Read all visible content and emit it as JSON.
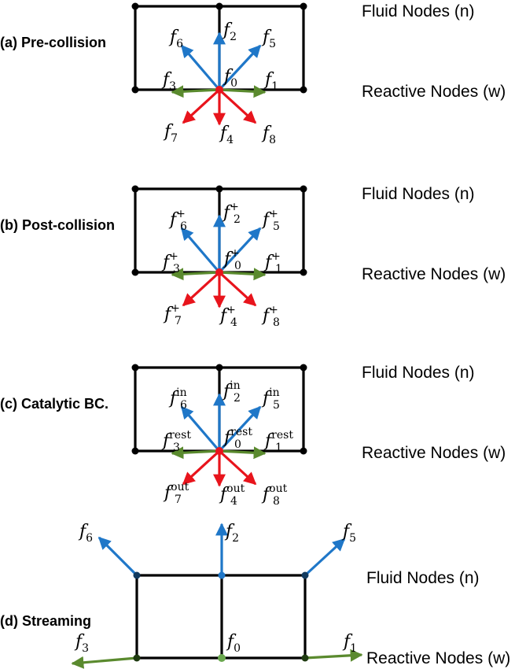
{
  "colors": {
    "blue": "#1f77c8",
    "red": "#e8141c",
    "green": "#5a8a2e",
    "grid": "#000000"
  },
  "panels": [
    {
      "id": "a",
      "label": "(a) Pre-collision",
      "fluid_label": "Fluid Nodes (n)",
      "reactive_label": "Reactive Nodes (w)",
      "f_labels": {
        "f0": {
          "base": "f",
          "sub": "0",
          "sup": ""
        },
        "f1": {
          "base": "f",
          "sub": "1",
          "sup": ""
        },
        "f2": {
          "base": "f",
          "sub": "2",
          "sup": ""
        },
        "f3": {
          "base": "f",
          "sub": "3",
          "sup": ""
        },
        "f4": {
          "base": "f",
          "sub": "4",
          "sup": ""
        },
        "f5": {
          "base": "f",
          "sub": "5",
          "sup": ""
        },
        "f6": {
          "base": "f",
          "sub": "6",
          "sup": ""
        },
        "f7": {
          "base": "f",
          "sub": "7",
          "sup": ""
        },
        "f8": {
          "base": "f",
          "sub": "8",
          "sup": ""
        }
      }
    },
    {
      "id": "b",
      "label": "(b) Post-collision",
      "fluid_label": "Fluid Nodes (n)",
      "reactive_label": "Reactive Nodes (w)",
      "f_labels": {
        "f0": {
          "base": "f",
          "sub": "0",
          "sup": "+"
        },
        "f1": {
          "base": "f",
          "sub": "1",
          "sup": "+"
        },
        "f2": {
          "base": "f",
          "sub": "2",
          "sup": "+"
        },
        "f3": {
          "base": "f",
          "sub": "3",
          "sup": "+"
        },
        "f4": {
          "base": "f",
          "sub": "4",
          "sup": "+"
        },
        "f5": {
          "base": "f",
          "sub": "5",
          "sup": "+"
        },
        "f6": {
          "base": "f",
          "sub": "6",
          "sup": "+"
        },
        "f7": {
          "base": "f",
          "sub": "7",
          "sup": "+"
        },
        "f8": {
          "base": "f",
          "sub": "8",
          "sup": "+"
        }
      }
    },
    {
      "id": "c",
      "label": "(c) Catalytic BC.",
      "fluid_label": "Fluid Nodes (n)",
      "reactive_label": "Reactive Nodes (w)",
      "f_labels": {
        "f0": {
          "base": "f",
          "sub": "0",
          "sup": "rest"
        },
        "f1": {
          "base": "f",
          "sub": "1",
          "sup": "rest"
        },
        "f2": {
          "base": "f",
          "sub": "2",
          "sup": "in"
        },
        "f3": {
          "base": "f",
          "sub": "3",
          "sup": "rest"
        },
        "f4": {
          "base": "f",
          "sub": "4",
          "sup": "out"
        },
        "f5": {
          "base": "f",
          "sub": "5",
          "sup": "in"
        },
        "f6": {
          "base": "f",
          "sub": "6",
          "sup": "in"
        },
        "f7": {
          "base": "f",
          "sub": "7",
          "sup": "out"
        },
        "f8": {
          "base": "f",
          "sub": "8",
          "sup": "out"
        }
      }
    },
    {
      "id": "d",
      "label": "(d) Streaming",
      "fluid_label": "Fluid Nodes (n)",
      "reactive_label": "Reactive Nodes (w)",
      "f_labels": {
        "f0": {
          "base": "f",
          "sub": "0",
          "sup": ""
        },
        "f1": {
          "base": "f",
          "sub": "1",
          "sup": ""
        },
        "f2": {
          "base": "f",
          "sub": "2",
          "sup": ""
        },
        "f3": {
          "base": "f",
          "sub": "3",
          "sup": ""
        },
        "f5": {
          "base": "f",
          "sub": "5",
          "sup": ""
        },
        "f6": {
          "base": "f",
          "sub": "6",
          "sup": ""
        }
      }
    }
  ]
}
